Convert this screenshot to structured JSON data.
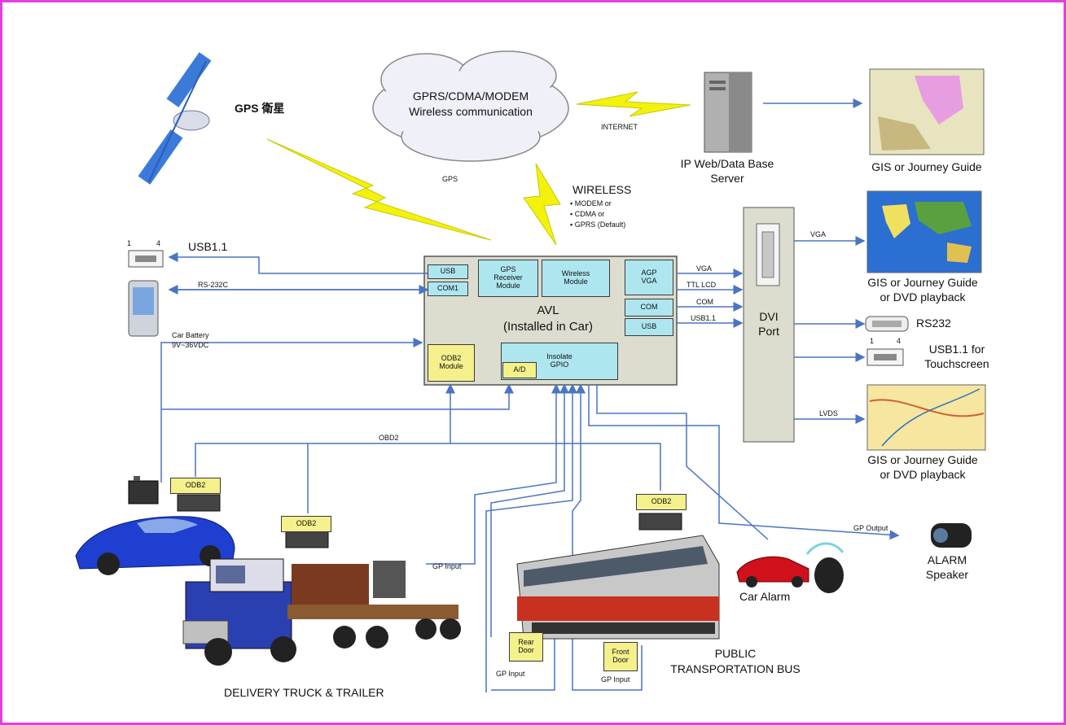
{
  "gps_satellite": {
    "label": "GPS 衛星",
    "link_label": "GPS"
  },
  "cloud": {
    "line1": "GPRS/CDMA/MODEM",
    "line2": "Wireless communication"
  },
  "internet_label": "INTERNET",
  "wireless": {
    "title": "WIRELESS",
    "items": [
      "▪ MODEM or",
      "▪ CDMA or",
      "▪ GPRS (Default)"
    ]
  },
  "server": {
    "line1": "IP Web/Data Base",
    "line2": "Server"
  },
  "gis_top": {
    "label": "GIS or Journey Guide"
  },
  "gis_vga": {
    "line1": "GIS or Journey Guide",
    "line2": "or DVD playback",
    "link": "VGA"
  },
  "gis_lvds": {
    "line1": "GIS or Journey Guide",
    "line2": "or DVD playback",
    "link": "LVDS"
  },
  "rs232_device": {
    "label": "RS232"
  },
  "usb_touch": {
    "line1": "USB1.1 for",
    "line2": "Touchscreen",
    "pin1": "1",
    "pin4": "4"
  },
  "dvi": {
    "line1": "DVI",
    "line2": "Port"
  },
  "avl": {
    "title": "AVL",
    "subtitle": "(Installed in Car)",
    "modules": {
      "usb": "USB",
      "com1": "COM1",
      "gps_receiver": [
        "GPS",
        "Receiver",
        "Module"
      ],
      "wireless_module": [
        "Wireless",
        "Module"
      ],
      "agp_vga": [
        "AGP",
        "VGA"
      ],
      "com": "COM",
      "usb_right": "USB",
      "odb2_module": [
        "ODB2",
        "Module"
      ],
      "isolate_gpio": [
        "Insolate",
        "GPIO"
      ],
      "ad": "A/D"
    },
    "outputs": [
      "VGA",
      "TTL LCD",
      "COM",
      "USB1.1"
    ]
  },
  "left_ports": {
    "usb": {
      "label": "USB1.1",
      "pin1": "1",
      "pin4": "4"
    },
    "rs232": {
      "label": "RS-232C"
    },
    "battery": {
      "line1": "Car Battery",
      "line2": "9V~36VDC"
    }
  },
  "obd2_bus_label": "OBD2",
  "obd2_boxes": [
    "ODB2",
    "ODB2",
    "ODB2"
  ],
  "truck": {
    "label": "DELIVERY TRUCK & TRAILER",
    "gp_input": "GP Input"
  },
  "bus": {
    "line1": "PUBLIC",
    "line2": "TRANSPORTATION BUS",
    "rear_door": [
      "Rear",
      "Door"
    ],
    "front_door": [
      "Front",
      "Door"
    ],
    "gp_input_rear": "GP Input",
    "gp_input_front": "GP Input"
  },
  "car_alarm": {
    "label": "Car Alarm"
  },
  "alarm_speaker": {
    "line1": "ALARM",
    "line2": "Speaker",
    "gp_output": "GP Output"
  },
  "colors": {
    "module": "#aee6f0",
    "yellow_box": "#f4f08c",
    "avl_body": "#dcdccf",
    "line": "#4a74c4",
    "bolt": "#f2f20c"
  }
}
